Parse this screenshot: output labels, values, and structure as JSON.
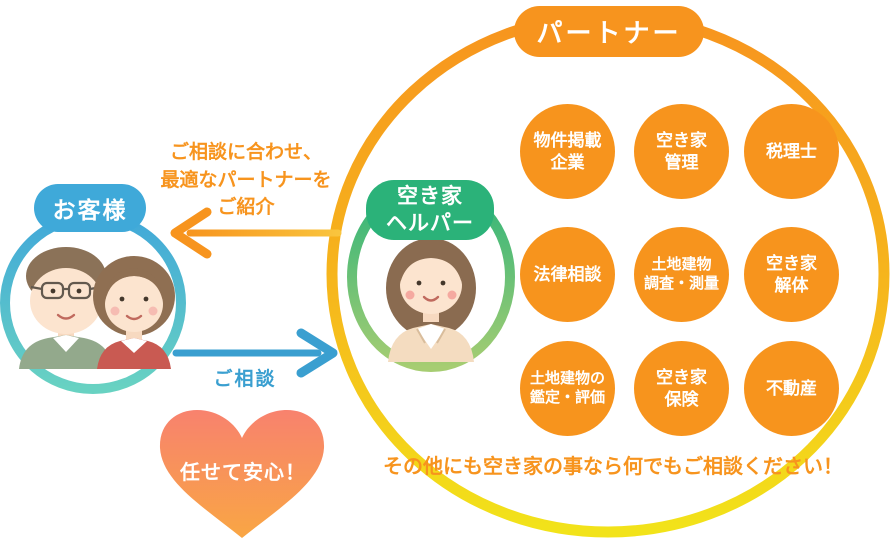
{
  "diagram": {
    "customer": {
      "label": "お客様"
    },
    "helper": {
      "label": "空き家\nヘルパー"
    },
    "partner": {
      "label": "パートナー",
      "note": "その他にも空き家の事なら何でもご相談ください！",
      "items": [
        {
          "label": "物件掲載\n企業"
        },
        {
          "label": "空き家\n管理"
        },
        {
          "label": "税理士"
        },
        {
          "label": "法律相談"
        },
        {
          "label": "土地建物\n調査・測量"
        },
        {
          "label": "空き家\n解体"
        },
        {
          "label": "土地建物の\n鑑定・評価"
        },
        {
          "label": "空き家\n保険"
        },
        {
          "label": "不動産"
        }
      ]
    },
    "flows": {
      "referral_label": "ご相談に合わせ、\n最適なパートナーを\nご紹介",
      "consult_label": "ご相談"
    },
    "heart": {
      "label": "任せて安心！"
    }
  },
  "colors": {
    "customer_blue": "#3FA9D9",
    "customer_ring_bottom": "#68D2C2",
    "helper_green": "#2BB279",
    "helper_ring_bottom": "#A6CD72",
    "partner_orange": "#F7941E",
    "partner_ring_bottom": "#F2E31A",
    "consult_blue": "#3A9FD0",
    "heart_top": "#F8826E",
    "heart_bottom": "#F9A644"
  }
}
